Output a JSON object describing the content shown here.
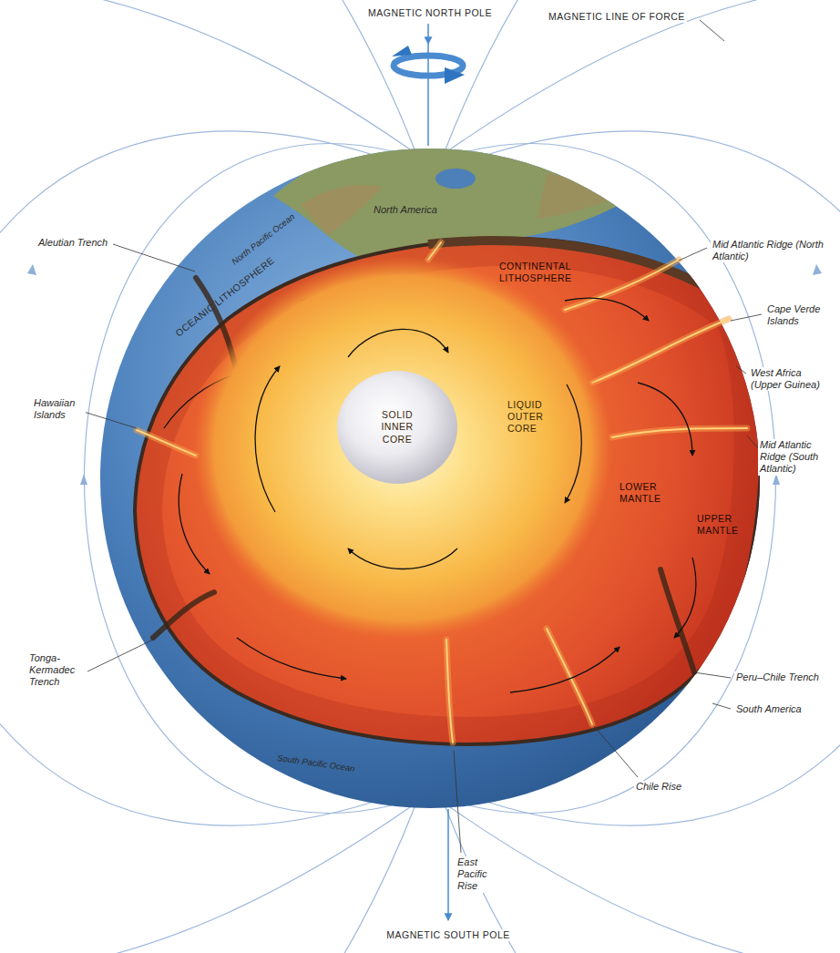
{
  "diagram": {
    "nodes": [
      {
        "text": [
          "LIQUID OUTER CORE"
        ]
      },
      {
        "text": [
          "SOLID INNER CORE"
        ],
        "in": 0
      }
    ],
    "labels": [
      "MAGNETIC NORTH POLE",
      "MAGNETIC LINE OF FORCE",
      "Aleutian Trench",
      "North Pacific Ocean",
      "North America",
      "CONTINENTAL LITHOSPHERE",
      "Mid Atlantic Ridge (North Atlantic)",
      "OCEANIC LITHOSPHERE",
      "Cape Verde Islands",
      "West Africa (Upper Guinea)",
      "Hawaiian Islands",
      "LOWER MANTLE",
      "Mid Atlantic Ridge (South Atlantic)",
      "UPPER MANTLE",
      "Tonga-Kermadec Trench",
      "Peru–Chile Trench",
      "South America",
      "South Pacific Ocean",
      "Chile Rise",
      "East Pacific Rise",
      "MAGNETIC SOUTH POLE"
    ]
  }
}
